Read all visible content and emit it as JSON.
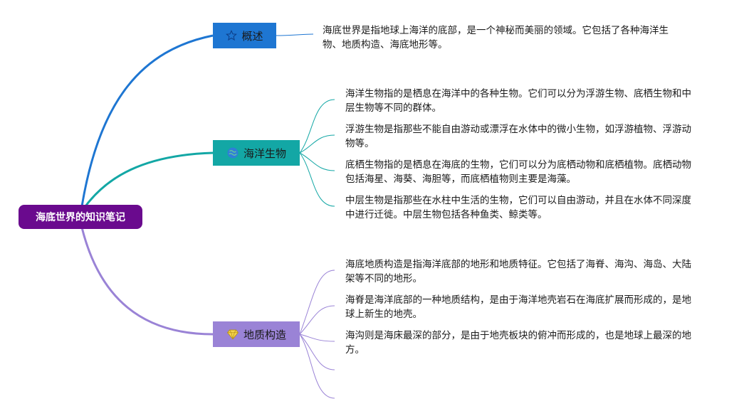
{
  "root": {
    "label": "海底世界的知识笔记"
  },
  "colors": {
    "root": "#6a0a8e",
    "overview": "#1e76d2",
    "marine": "#13a7a5",
    "geology": "#9a83d6"
  },
  "branches": [
    {
      "label": "概述",
      "icon": "star-icon",
      "leaves": [
        "海底世界是指地球上海洋的底部，是一个神秘而美丽的领域。它包括了各种海洋生物、地质构造、海底地形等。"
      ]
    },
    {
      "label": "海洋生物",
      "icon": "globe-icon",
      "leaves": [
        "海洋生物指的是栖息在海洋中的各种生物。它们可以分为浮游生物、底栖生物和中层生物等不同的群体。",
        "浮游生物是指那些不能自由游动或漂浮在水体中的微小生物，如浮游植物、浮游动物等。",
        "底栖生物指的是栖息在海底的生物，它们可以分为底栖动物和底栖植物。底栖动物包括海星、海葵、海胆等，而底栖植物则主要是海藻。",
        "中层生物是指那些在水柱中生活的生物，它们可以自由游动，并且在水体不同深度中进行迁徙。中层生物包括各种鱼类、鲸类等。"
      ]
    },
    {
      "label": "地质构造",
      "icon": "diamond-icon",
      "leaves": [
        "海底地质构造是指海洋底部的地形和地质特征。它包括了海脊、海沟、海岛、大陆架等不同的地形。",
        "海脊是海洋底部的一种地质结构，是由于海洋地壳岩石在海底扩展而形成的，是地球上新生的地壳。",
        "海沟则是海床最深的部分，是由于地壳板块的俯冲而形成的，也是地球上最深的地方。"
      ]
    }
  ]
}
